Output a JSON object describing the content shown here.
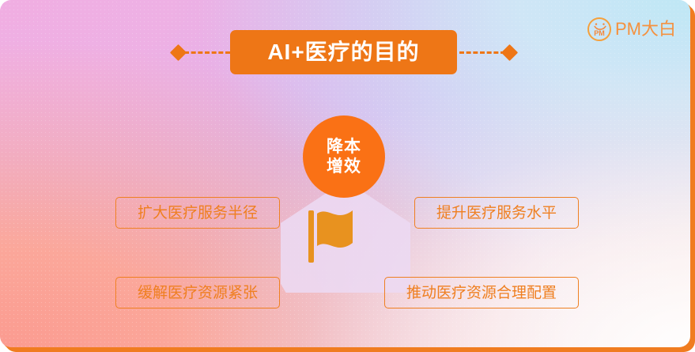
{
  "poster": {
    "title": "AI+医疗的目的",
    "accent_color": "#ee7616",
    "core_circle_color": "#fa7115",
    "box_border_color": "#ef8022",
    "box_text_color": "#ef7f20",
    "title_text_color": "#ffffff",
    "pentagon_color": "#ecd9f3"
  },
  "logo": {
    "mark_label": "PM",
    "brand": "PM大白",
    "color": "#f5913e"
  },
  "core": {
    "line1": "降本",
    "line2": "增效"
  },
  "outcomes": [
    {
      "label": "扩大医疗服务半径"
    },
    {
      "label": "提升医疗服务水平"
    },
    {
      "label": "缓解医疗资源紧张"
    },
    {
      "label": "推动医疗资源合理配置"
    }
  ],
  "decor": {
    "flag_icon": "flag-icon",
    "diamond_left": "diamond-marker",
    "diamond_right": "diamond-marker"
  }
}
